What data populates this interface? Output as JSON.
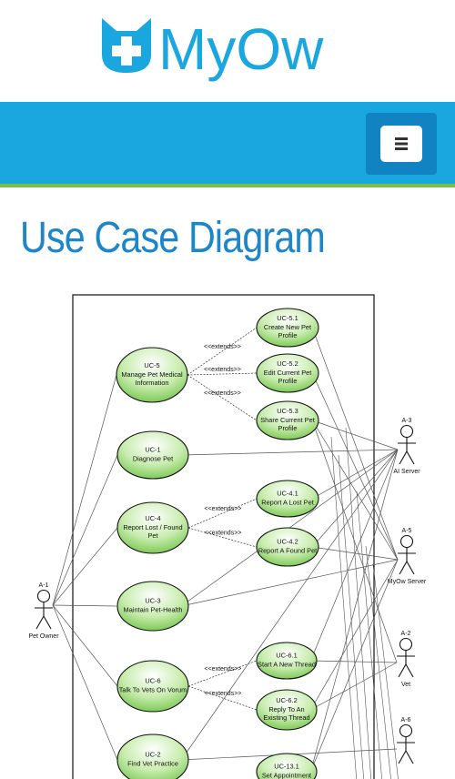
{
  "brand": {
    "name": "MyOw"
  },
  "header": {
    "menu_icon": "hamburger-icon"
  },
  "page": {
    "title": "Use Case Diagram"
  },
  "colors": {
    "brand_blue": "#1aa6df",
    "brand_green": "#7ac142",
    "heading_blue": "#1d86c8",
    "menu_button": "#1283c2"
  },
  "diagram": {
    "use_cases": [
      {
        "id": "UC-5",
        "lines": [
          "Manage Pet Medical",
          "Information"
        ]
      },
      {
        "id": "UC-5.1",
        "lines": [
          "Create New Pet",
          "Profile"
        ]
      },
      {
        "id": "UC-5.2",
        "lines": [
          "Edit Current Pet",
          "Profile"
        ]
      },
      {
        "id": "UC-5.3",
        "lines": [
          "Share Current Pet",
          "Profile"
        ]
      },
      {
        "id": "UC-1",
        "lines": [
          "Diagnose Pet"
        ]
      },
      {
        "id": "UC-4",
        "lines": [
          "Report Lost / Found",
          "Pet"
        ]
      },
      {
        "id": "UC-4.1",
        "lines": [
          "Report A Lost Pet"
        ]
      },
      {
        "id": "UC-4.2",
        "lines": [
          "Report A Found Pet"
        ]
      },
      {
        "id": "UC-3",
        "lines": [
          "Maintain Pet-Health"
        ]
      },
      {
        "id": "UC-6",
        "lines": [
          "Talk To Vets On Vorum"
        ]
      },
      {
        "id": "UC-6.1",
        "lines": [
          "Start A New Thread"
        ]
      },
      {
        "id": "UC-6.2",
        "lines": [
          "Reply To An",
          "Existing Thread"
        ]
      },
      {
        "id": "UC-2",
        "lines": [
          "Find Vet Practice"
        ]
      },
      {
        "id": "UC-13.1",
        "lines": [
          "Set Appointment"
        ]
      }
    ],
    "actors": [
      {
        "id": "A-1",
        "name": "Pet Owner"
      },
      {
        "id": "A-3",
        "name": "AI Server"
      },
      {
        "id": "A-5",
        "name": "MyOw Server"
      },
      {
        "id": "A-2",
        "name": "Vet"
      },
      {
        "id": "A-6",
        "name": ""
      }
    ],
    "extend_label": "<<extends>>"
  }
}
